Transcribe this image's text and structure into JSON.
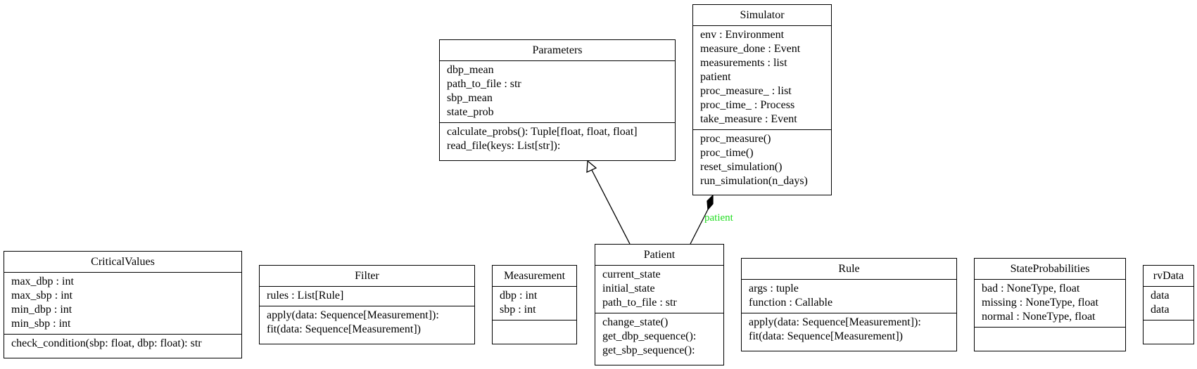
{
  "classes": [
    {
      "id": "parameters",
      "name": "Parameters",
      "attributes": [
        "dbp_mean",
        "path_to_file : str",
        "sbp_mean",
        "state_prob"
      ],
      "methods": [
        "calculate_probs(): Tuple[float, float, float]",
        "read_file(keys: List[str]):"
      ]
    },
    {
      "id": "simulator",
      "name": "Simulator",
      "attributes": [
        "env : Environment",
        "measure_done : Event",
        "measurements : list",
        "patient",
        "proc_measure_ : list",
        "proc_time_ : Process",
        "take_measure : Event"
      ],
      "methods": [
        "proc_measure()",
        "proc_time()",
        "reset_simulation()",
        "run_simulation(n_days)"
      ]
    },
    {
      "id": "criticalvalues",
      "name": "CriticalValues",
      "attributes": [
        "max_dbp : int",
        "max_sbp : int",
        "min_dbp : int",
        "min_sbp : int"
      ],
      "methods": [
        "check_condition(sbp: float, dbp: float): str"
      ]
    },
    {
      "id": "filter",
      "name": "Filter",
      "attributes": [
        "rules : List[Rule]"
      ],
      "methods": [
        "apply(data: Sequence[Measurement]):",
        "fit(data: Sequence[Measurement])"
      ]
    },
    {
      "id": "measurement",
      "name": "Measurement",
      "attributes": [
        "dbp : int",
        "sbp : int"
      ],
      "methods": []
    },
    {
      "id": "patient",
      "name": "Patient",
      "attributes": [
        "current_state",
        "initial_state",
        "path_to_file : str"
      ],
      "methods": [
        "change_state()",
        "get_dbp_sequence():",
        "get_sbp_sequence():"
      ]
    },
    {
      "id": "rule",
      "name": "Rule",
      "attributes": [
        "args : tuple",
        "function : Callable"
      ],
      "methods": [
        "apply(data: Sequence[Measurement]):",
        "fit(data: Sequence[Measurement])"
      ]
    },
    {
      "id": "stateprobabilities",
      "name": "StateProbabilities",
      "attributes": [
        "bad : NoneType, float",
        "missing : NoneType, float",
        "normal : NoneType, float"
      ],
      "methods": []
    },
    {
      "id": "rvdata",
      "name": "rvData",
      "attributes": [
        "data",
        "data"
      ],
      "methods": []
    }
  ],
  "relations": [
    {
      "type": "inheritance",
      "from": "patient",
      "to": "parameters",
      "label": ""
    },
    {
      "type": "composition",
      "from": "patient",
      "to": "simulator",
      "label": "patient"
    }
  ],
  "colors": {
    "line": "#000000",
    "edge_label": "#22dd22",
    "background": "#ffffff"
  }
}
